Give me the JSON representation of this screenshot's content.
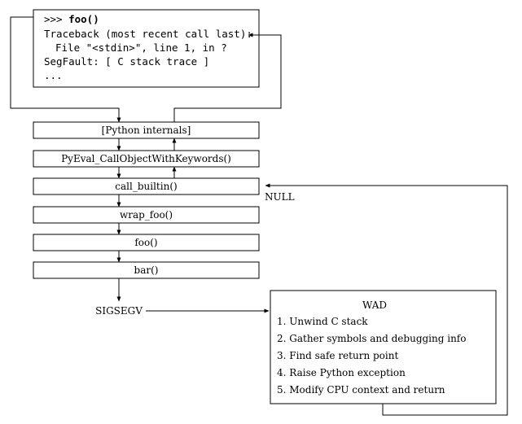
{
  "terminal": {
    "prompt": ">>> ",
    "command": "foo()",
    "line_traceback": "Traceback (most recent call last):",
    "line_file": "File \"<stdin>\", line 1, in ?",
    "line_segfault": "SegFault:  [ C stack trace ]",
    "line_ellipsis": "..."
  },
  "stack": {
    "frames": [
      "[Python internals]",
      "PyEval_CallObjectWithKeywords()",
      "call_builtin()",
      "wrap_foo()",
      "foo()",
      "bar()"
    ]
  },
  "signal_label": "SIGSEGV",
  "null_label": "NULL",
  "wad": {
    "title": "WAD",
    "steps": [
      "1.  Unwind C stack",
      "2.  Gather symbols and debugging info",
      "3.  Find safe return point",
      "4.  Raise Python exception",
      "5.  Modify CPU context and return"
    ]
  }
}
